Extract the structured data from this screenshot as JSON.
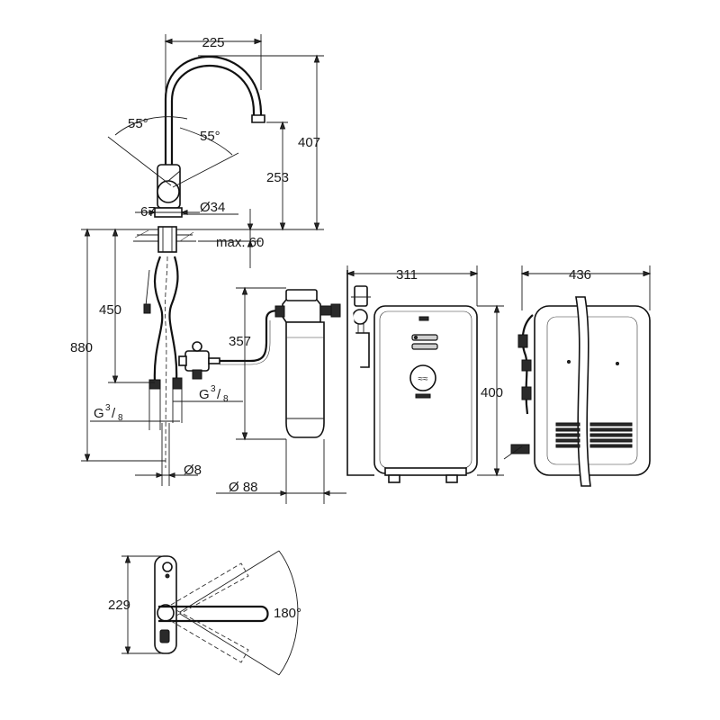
{
  "dimensions": {
    "spout_reach": "225",
    "height_total": "407",
    "spout_height": "253",
    "angle_left": "55°",
    "angle_right": "55°",
    "base_offset": "67",
    "base_diameter": "Ø34",
    "counter_thickness": "max. 60",
    "hose_length": "450",
    "install_depth": "880",
    "filter_height": "357",
    "connection_left_g": "G",
    "connection_left_frac_num": "3",
    "connection_left_frac_den": "8",
    "connection_right_g": "G",
    "connection_right_frac_num": "3",
    "connection_right_frac_den": "8",
    "pipe_diameter": "Ø8",
    "filter_diameter": "Ø 88",
    "boiler_width": "311",
    "boiler_height": "400",
    "boiler_depth": "436",
    "handle_length": "229",
    "swivel_angle": "180°"
  }
}
